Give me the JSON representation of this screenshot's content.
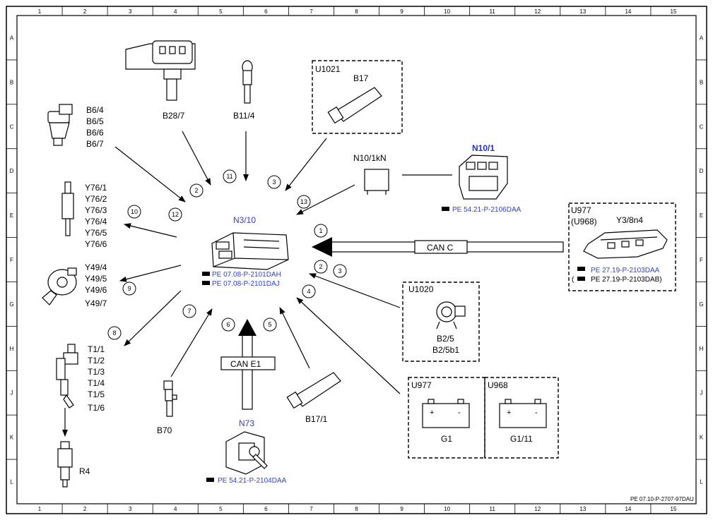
{
  "grid": {
    "columns": [
      "1",
      "2",
      "3",
      "4",
      "5",
      "6",
      "7",
      "8",
      "9",
      "10",
      "11",
      "12",
      "13",
      "14",
      "15"
    ],
    "rows": [
      "A",
      "B",
      "C",
      "D",
      "E",
      "F",
      "G",
      "H",
      "J",
      "K",
      "L"
    ]
  },
  "center": {
    "label": "N3/10",
    "refs": [
      "PE 07.08-P-2101DAH",
      "PE 07.08-P-2101DAJ"
    ]
  },
  "components": {
    "b28_7": "B28/7",
    "b11_4": "B11/4",
    "b6_group": [
      "B6/4",
      "B6/5",
      "B6/6",
      "B6/7"
    ],
    "u1021_box": "U1021",
    "b17": "B17",
    "n10_1kn": "N10/1kN",
    "n10_1": "N10/1",
    "n10_1_ref": "PE 54.21-P-2106DAA",
    "y76_group": [
      "Y76/1",
      "Y76/2",
      "Y76/3",
      "Y76/4",
      "Y76/5",
      "Y76/6"
    ],
    "u977_box": "U977",
    "u968_paren": "(U968)",
    "y3_8n4": "Y3/8n4",
    "y3_refs": [
      "PE 27.19-P-2103DAA",
      "(",
      "PE 27.19-P-2103DAB)"
    ],
    "can_c": "CAN C",
    "y49_group": [
      "Y49/4",
      "Y49/5",
      "Y49/6",
      "Y49/7"
    ],
    "u1020_box": "U1020",
    "b2_5": "B2/5",
    "b2_5b1": "B2/5b1",
    "t1_group": [
      "T1/1",
      "T1/2",
      "T1/3",
      "T1/4",
      "T1/5",
      "T1/6"
    ],
    "can_e1": "CAN E1",
    "b70": "B70",
    "b17_1": "B17/1",
    "n73": "N73",
    "n73_ref": "PE 54.21-P-2104DAA",
    "g1_box": "U977",
    "g1": "G1",
    "g1_11_box": "U968",
    "g1_11": "G1/11",
    "r4": "R4",
    "doc_id": "PE 07.10-P-2707-97DAU"
  },
  "callouts": [
    "1",
    "2",
    "2",
    "3",
    "3",
    "4",
    "5",
    "6",
    "7",
    "8",
    "9",
    "10",
    "11",
    "12",
    "13"
  ]
}
